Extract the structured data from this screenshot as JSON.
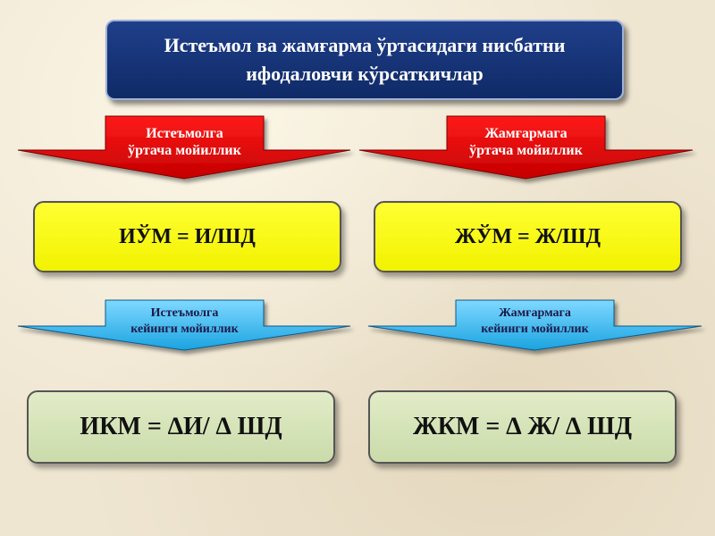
{
  "header": {
    "line1": "Истеъмол ва жамғарма ўртасидаги нисбатни",
    "line2": "ифодаловчи кўрсаткичлар"
  },
  "left": {
    "red_arrow": {
      "line1": "Истеъмолга",
      "line2": "ўртача мойиллик"
    },
    "yellow_formula": "ИЎМ = И/ШД",
    "blue_arrow": {
      "line1": "Истеъмолга",
      "line2": "кейинги мойиллик"
    },
    "green_formula": "ИКМ = ∆И/ ∆ ШД"
  },
  "right": {
    "red_arrow": {
      "line1": "Жамғармага",
      "line2": "ўртача мойиллик"
    },
    "yellow_formula": "ЖЎМ = Ж/ШД",
    "blue_arrow": {
      "line1": "Жамғармага",
      "line2": "кейинги мойиллик"
    },
    "green_formula": "ЖКМ = ∆ Ж/ ∆ ШД"
  },
  "colors": {
    "title_bg": "#0f2a66",
    "red_arrow": "#e00000",
    "blue_arrow": "#22b8f0",
    "yellow_box": "#ffff00",
    "green_box": "#d5e3b8"
  }
}
